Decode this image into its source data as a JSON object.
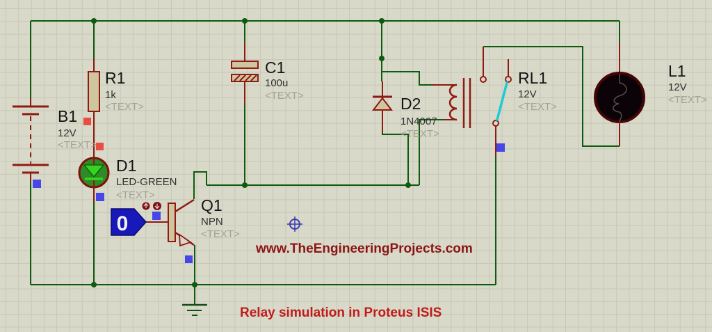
{
  "app": {
    "title": "Proteus ISIS schematic"
  },
  "banner": {
    "website": "www.TheEngineeringProjects.com",
    "caption": "Relay simulation in Proteus ISIS"
  },
  "components": {
    "battery": {
      "ref": "B1",
      "value": "12V",
      "placeholder": "<TEXT>"
    },
    "resistor": {
      "ref": "R1",
      "value": "1k",
      "placeholder": "<TEXT>"
    },
    "led": {
      "ref": "D1",
      "value": "LED-GREEN",
      "placeholder": "<TEXT>"
    },
    "logicstate": {
      "state": "0"
    },
    "transistor": {
      "ref": "Q1",
      "value": "NPN",
      "placeholder": "<TEXT>"
    },
    "capacitor": {
      "ref": "C1",
      "value": "100u",
      "placeholder": "<TEXT>"
    },
    "diode": {
      "ref": "D2",
      "value": "1N4007",
      "placeholder": "<TEXT>"
    },
    "relay": {
      "ref": "RL1",
      "value": "12V",
      "placeholder": "<TEXT>"
    },
    "lamp": {
      "ref": "L1",
      "value": "12V",
      "placeholder": "<TEXT>"
    }
  },
  "colors": {
    "background": "#d9d9ca",
    "grid_line": "#c7c7b6",
    "wire": "#0e5a0e",
    "component_outline": "#8e1a12",
    "component_fill": "#cfc6a0",
    "indicator_positive": "#e84c42",
    "indicator_ground": "#4747e8",
    "relay_arm": "#19cdd4",
    "logicstate_fill": "#1818bb",
    "led_body": "#2e8b28",
    "led_symbol": "#35d51f",
    "website_text": "#8b1515",
    "caption_text": "#c11b1b"
  }
}
